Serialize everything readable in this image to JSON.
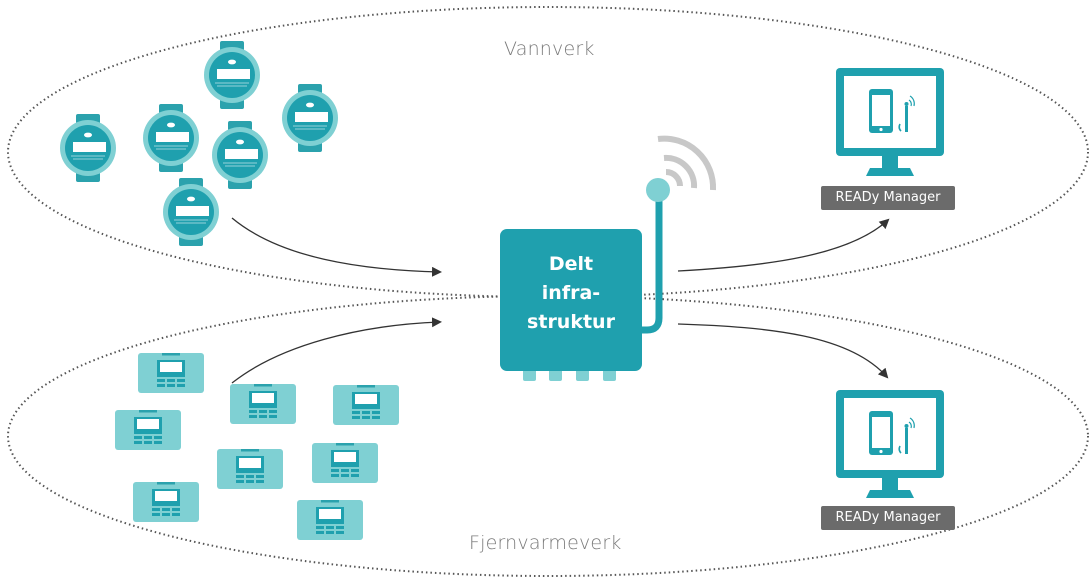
{
  "groups": {
    "water": {
      "label": "Vannverk"
    },
    "heating": {
      "label": "Fjernvarmeverk"
    }
  },
  "hub": {
    "lines": [
      "Delt",
      "infra-",
      "struktur"
    ]
  },
  "managers": {
    "top": {
      "label": "READy Manager"
    },
    "bottom": {
      "label": "READy Manager"
    }
  },
  "icons": {
    "water_meter": "water-meter-icon",
    "heat_meter": "heat-meter-icon",
    "hub": "gateway-icon",
    "signal": "wifi-signal-icon",
    "monitor": "monitor-icon",
    "phone": "phone-icon"
  },
  "colors": {
    "teal": "#1fa0ae",
    "light_teal": "#7fd0d3",
    "arrow": "#333333",
    "dots": "#555555",
    "signal": "#c8c8c8",
    "badge": "#6b6b6b"
  }
}
